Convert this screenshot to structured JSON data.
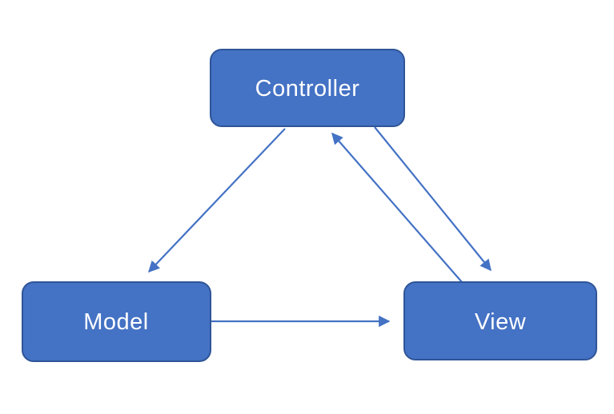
{
  "diagram": {
    "type": "flow-diagram",
    "nodes": {
      "controller": {
        "label": "Controller"
      },
      "model": {
        "label": "Model"
      },
      "view": {
        "label": "View"
      }
    },
    "edges": [
      {
        "from": "controller",
        "to": "model",
        "style": "one-way-arrow"
      },
      {
        "from": "controller",
        "to": "view",
        "style": "one-way-arrow"
      },
      {
        "from": "view",
        "to": "controller",
        "style": "one-way-arrow"
      },
      {
        "from": "model",
        "to": "view",
        "style": "one-way-arrow"
      }
    ]
  },
  "colors": {
    "node_fill": "#4472C4",
    "node_border": "#2F5597",
    "arrow": "#4472C4",
    "label_text": "#FFFFFF",
    "background": "#FFFFFF"
  }
}
